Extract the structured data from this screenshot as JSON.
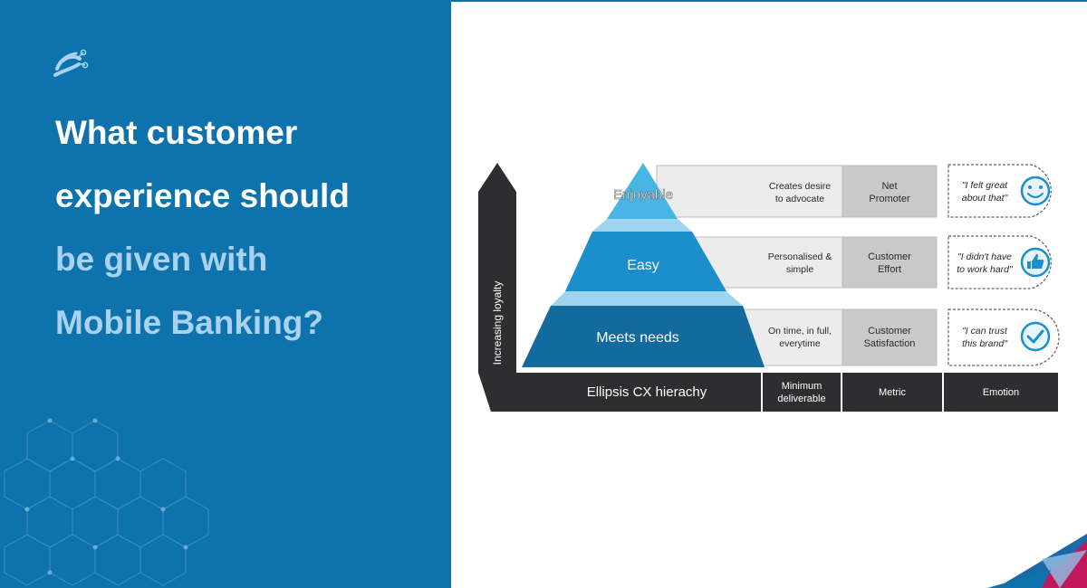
{
  "headline": {
    "line1": "What customer",
    "line2": "experience should",
    "line3": "be given with",
    "line4": "Mobile Banking?"
  },
  "diagram": {
    "axis_label": "Increasing loyalty",
    "footer": {
      "title": "Ellipsis CX hierachy",
      "col_deliverable_line1": "Minimum",
      "col_deliverable_line2": "deliverable",
      "col_metric": "Metric",
      "col_emotion": "Emotion"
    },
    "tiers": [
      {
        "label": "Enjoyable",
        "deliverable_line1": "Creates desire",
        "deliverable_line2": "to advocate",
        "metric_line1": "Net",
        "metric_line2": "Promoter",
        "emotion_line1": "\"I felt great",
        "emotion_line2": "about that\"",
        "emotion_icon": "smiley-icon"
      },
      {
        "label": "Easy",
        "deliverable_line1": "Personalised &",
        "deliverable_line2": "simple",
        "metric_line1": "Customer",
        "metric_line2": "Effort",
        "emotion_line1": "\"I didn't have",
        "emotion_line2": "to work hard\"",
        "emotion_icon": "thumbs-up-icon"
      },
      {
        "label": "Meets needs",
        "deliverable_line1": "On time, in full,",
        "deliverable_line2": "everytime",
        "metric_line1": "Customer",
        "metric_line2": "Satisfaction",
        "emotion_line1": "\"I can trust",
        "emotion_line2": "this brand\"",
        "emotion_icon": "checkmark-icon"
      }
    ]
  },
  "colors": {
    "panel_blue": "#0e72ac",
    "headline_light": "#a9d2f0",
    "pyramid_top": "#48b6e4",
    "pyramid_mid": "#1b8fcb",
    "pyramid_base": "#136a9c",
    "dark_bar": "#2e2e30",
    "metric_gray": "#c9c9c9",
    "row_gray": "#ececec"
  }
}
